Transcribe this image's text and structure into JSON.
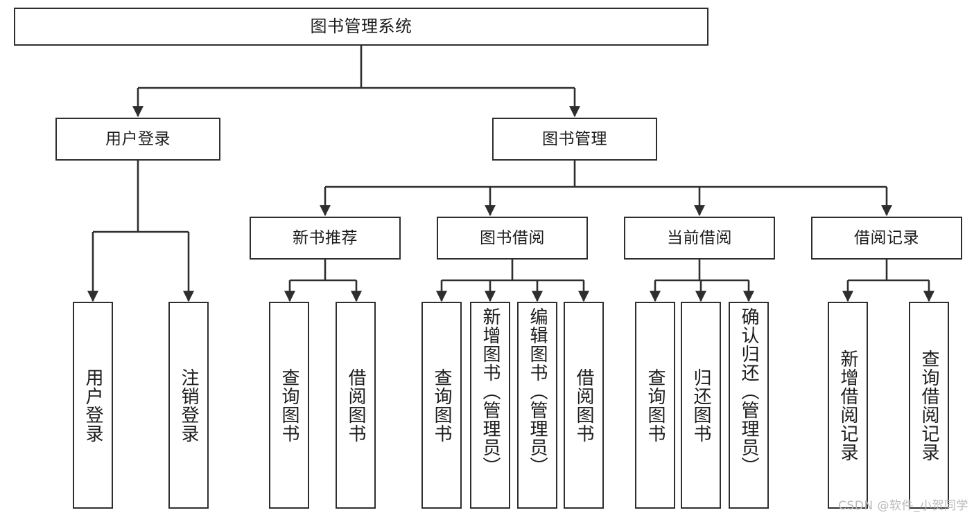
{
  "diagram": {
    "title": "图书管理系统",
    "type": "tree",
    "watermark": "CSDN @软件_小贺同学",
    "colors": {
      "stroke": "#2e2e2e",
      "fill": "#ffffff",
      "text": "#1c1c1c",
      "watermark": "#b9b9b9"
    },
    "levels": {
      "root": {
        "label": "图书管理系统"
      },
      "level2": [
        {
          "label": "用户登录"
        },
        {
          "label": "图书管理"
        }
      ],
      "level3": [
        {
          "label": "新书推荐"
        },
        {
          "label": "图书借阅"
        },
        {
          "label": "当前借阅"
        },
        {
          "label": "借阅记录"
        }
      ],
      "leaves": {
        "user_login": [
          {
            "label": "用户登录"
          },
          {
            "label": "注销登录"
          }
        ],
        "new_book_recommend": [
          {
            "label": "查询图书"
          },
          {
            "label": "借阅图书"
          }
        ],
        "book_borrow": [
          {
            "label": "查询图书"
          },
          {
            "label": "新增图书（管理员）"
          },
          {
            "label": "编辑图书（管理员）"
          },
          {
            "label": "借阅图书"
          }
        ],
        "current_borrow": [
          {
            "label": "查询图书"
          },
          {
            "label": "归还图书"
          },
          {
            "label": "确认归还（管理员）"
          }
        ],
        "borrow_record": [
          {
            "label": "新增借阅记录"
          },
          {
            "label": "查询借阅记录"
          }
        ]
      }
    }
  }
}
